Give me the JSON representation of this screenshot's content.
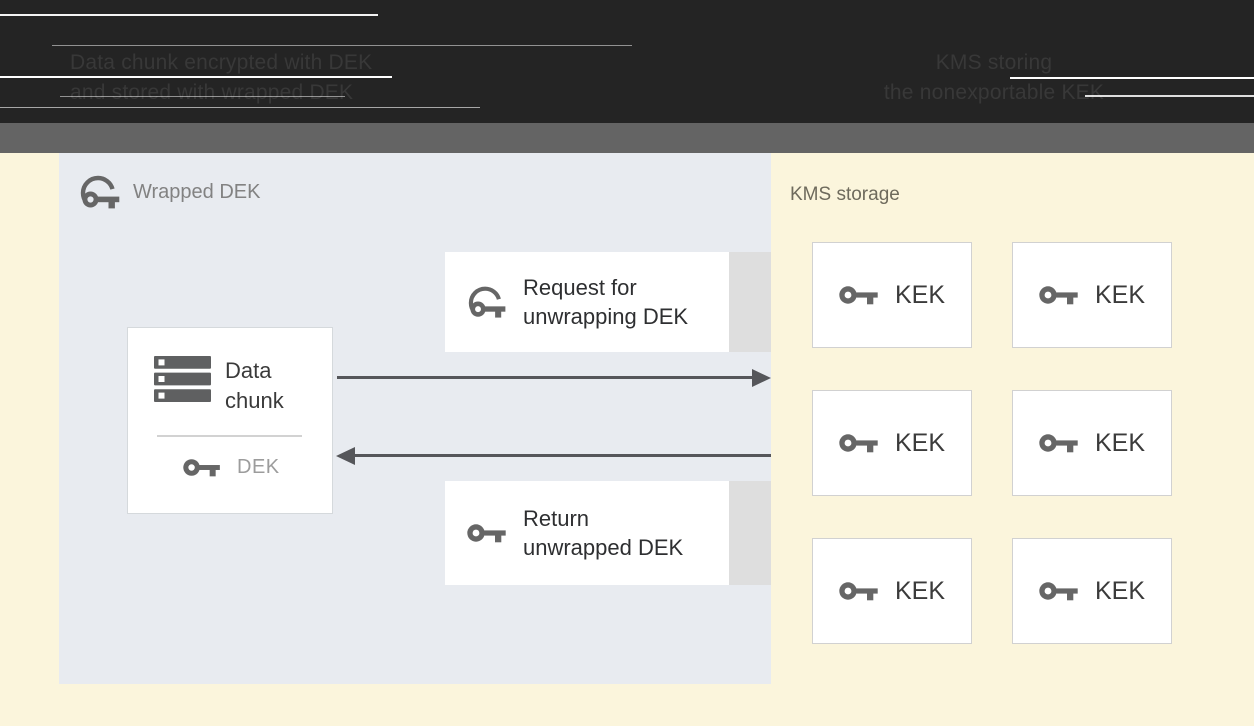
{
  "header": {
    "left_caption": {
      "line1": "Data chunk encrypted with DEK",
      "line2": "and stored with wrapped DEK"
    },
    "right_caption": {
      "line1": "KMS storing",
      "line2": "the nonexportable KEK"
    }
  },
  "dek_panel": {
    "label": "Wrapped DEK",
    "data_chunk_box": {
      "title": "Data chunk",
      "key_label": "DEK"
    },
    "request_box": {
      "label": "Request for unwrapping DEK"
    },
    "return_box": {
      "label": "Return unwrapped DEK"
    }
  },
  "kms_panel": {
    "label": "KMS storage",
    "keks": [
      {
        "label": "KEK"
      },
      {
        "label": "KEK"
      },
      {
        "label": "KEK"
      },
      {
        "label": "KEK"
      },
      {
        "label": "KEK"
      },
      {
        "label": "KEK"
      }
    ]
  },
  "icons": {
    "wrapped_key": "wrapped-key-icon",
    "key": "key-icon",
    "data_chunk": "server-stack-icon"
  },
  "colors": {
    "header_bg": "#242424",
    "header_text": "#383838",
    "divider_strip": "#646464",
    "canvas_bg": "#fbf5dc",
    "panel_bg": "#e8ebf0",
    "box_bg": "#ffffff",
    "box_border": "#d1d1d1",
    "gray_tab": "#dedede",
    "arrow": "#55565a",
    "icon_gray": "#666666",
    "muted_label": "#828282",
    "kms_label": "#6e6a5c",
    "dark_text": "#2e2f31",
    "dek_text": "#9c9c9c"
  }
}
